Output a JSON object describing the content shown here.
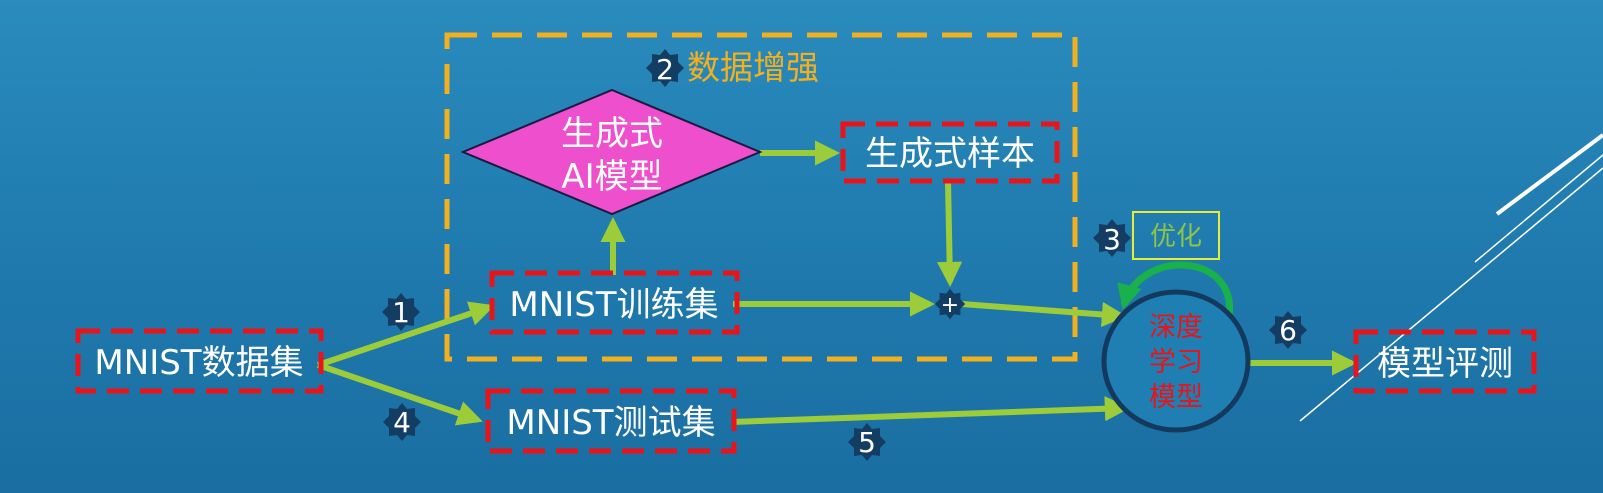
{
  "colors": {
    "background": "#1f7fb3",
    "dashed_box": "#e8141a",
    "augment_region": "#f2b01e",
    "arrow": "#9ccc3a",
    "diamond": "#ee4fcc",
    "loop_arrow": "#19b14a",
    "model_circle_border": "#133a5e",
    "badge": "#143d64"
  },
  "augmentation_region": {
    "step": "2",
    "title": "数据增强"
  },
  "nodes": {
    "mnist_dataset": "MNIST数据集",
    "mnist_train": "MNIST训练集",
    "mnist_test": "MNIST测试集",
    "gen_ai_model": {
      "line1": "生成式",
      "line2": "AI模型"
    },
    "gen_samples": "生成式样本",
    "combine": "+",
    "dl_model": {
      "line1": "深度",
      "line2": "学习",
      "line3": "模型"
    },
    "evaluation": "模型评测"
  },
  "optimize": {
    "step": "3",
    "label": "优化"
  },
  "steps": {
    "s1": "1",
    "s4": "4",
    "s5": "5",
    "s6": "6"
  }
}
